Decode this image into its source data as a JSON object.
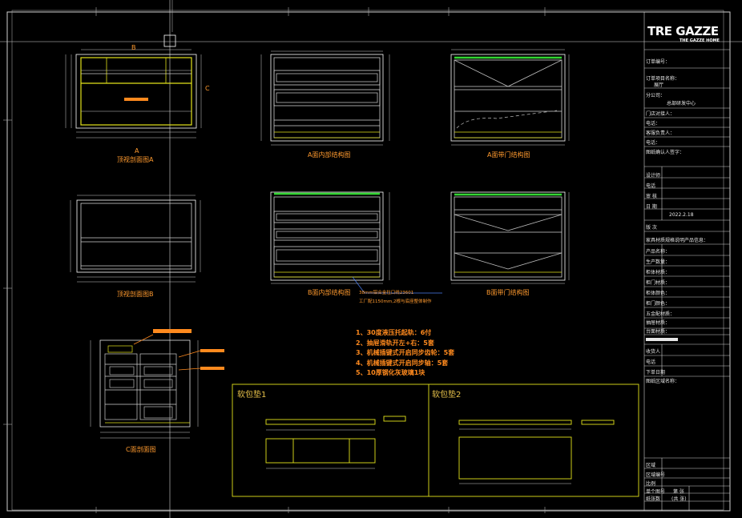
{
  "brand": {
    "name": "TRE GAZZE",
    "sub": "THE GAZZE HOME"
  },
  "views": {
    "top_a": {
      "marker": "A",
      "title": "顶视剖面图A",
      "mark_b": "B",
      "mark_c": "C"
    },
    "top_b": {
      "title": "顶视剖面图B"
    },
    "a_inner": {
      "title": "A面内部结构图"
    },
    "a_door": {
      "title": "A面带门结构图"
    },
    "b_inner": {
      "title": "B面内部结构图"
    },
    "b_door": {
      "title": "B面带门结构图"
    },
    "c_section": {
      "title": "C面剖面图"
    }
  },
  "callout": {
    "line1": "38mm铝合金拉口线23601",
    "line2": "工厂配1150mm,2根与底座整体制作"
  },
  "notes": [
    "1、30度液压托起轨：6付",
    "2、抽屉滑轨开左+右：5套",
    "3、机械插键式开启同步齿轮：5套",
    "4、机械插键式开启同步轴：5套",
    "5、10厚钢化灰玻璃1块"
  ],
  "cushions": {
    "c1": "软包垫1",
    "c2": "软包垫2"
  },
  "title_block": {
    "rows_top": [
      "订单编号：",
      "订单项目名称：",
      "展厅",
      "分公司：",
      "总部研发中心",
      "门店对接人：",
      "电话：",
      "客服负责人：",
      "电话：",
      "图纸确认人签字："
    ],
    "rows_mid": [
      "设计师",
      "电话",
      "审 核",
      "日 期",
      "版 次"
    ],
    "date": "2022.2.18",
    "info_header": "家具材质规格说明产品信息：",
    "rows_info": [
      "产品名称：",
      "生产数量：",
      "柜体材质：",
      "柜门材质：",
      "柜体颜色：",
      "柜门颜色：",
      "五金配材质：",
      "抽屉材质：",
      "台面材质："
    ],
    "rows_receiver": [
      "收货人",
      "电话",
      "下单日期",
      "图纸区域名称："
    ],
    "rows_bottom": [
      "区域",
      "区域编号",
      "比例",
      "单个图号",
      "纸张数"
    ],
    "sheet_a": "第  张",
    "sheet_b": "(共  张)"
  }
}
